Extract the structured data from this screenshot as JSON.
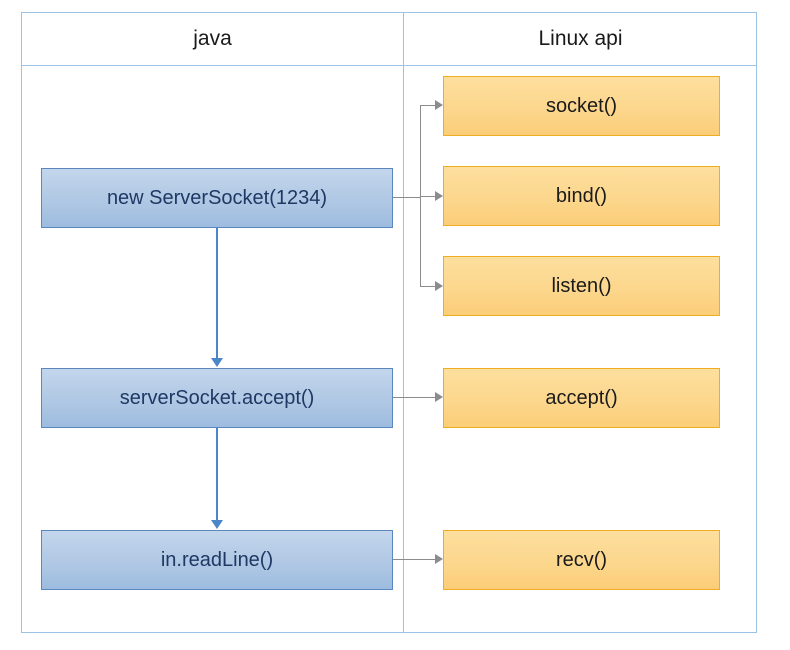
{
  "diagram": {
    "title_left": "java",
    "title_right": "Linux api",
    "java_nodes": [
      {
        "label": "new ServerSocket(1234)"
      },
      {
        "label": "serverSocket.accept()"
      },
      {
        "label": "in.readLine()"
      }
    ],
    "api_nodes": [
      {
        "label": "socket()"
      },
      {
        "label": "bind()"
      },
      {
        "label": "listen()"
      },
      {
        "label": "accept()"
      },
      {
        "label": "recv()"
      }
    ],
    "colors": {
      "java_fill": "#b0c8e4",
      "java_border": "#5b87bf",
      "java_text": "#1f3864",
      "api_fill": "#fcd68b",
      "api_border": "#f0ad22",
      "api_text": "#1a1a1a",
      "table_border": "#9dc3e6",
      "connector_grey": "#8c8c8c",
      "connector_blue": "#4a86c8"
    }
  }
}
